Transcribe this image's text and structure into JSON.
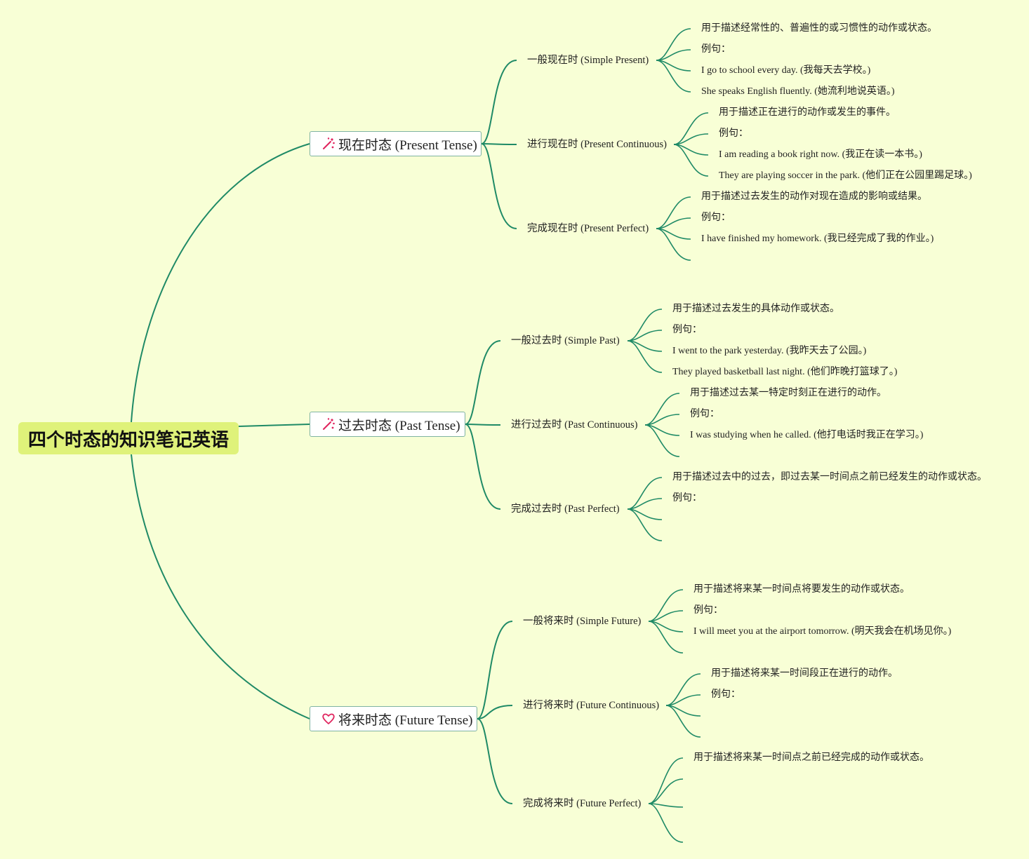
{
  "root": {
    "title": "四个时态的知识笔记英语"
  },
  "branches": [
    {
      "label": "现在时态 (Present Tense)",
      "icon": "sparkle-icon",
      "subs": [
        {
          "label": "一般现在时 (Simple Present)",
          "leaves": [
            "用于描述经常性的、普遍性的或习惯性的动作或状态。",
            "例句：",
            "I go to school every day. (我每天去学校。)",
            "She speaks English fluently. (她流利地说英语。)"
          ]
        },
        {
          "label": "进行现在时 (Present Continuous)",
          "leaves": [
            "用于描述正在进行的动作或发生的事件。",
            "例句：",
            "I am reading a book right now. (我正在读一本书。)",
            "They are playing soccer in the park. (他们正在公园里踢足球。)"
          ]
        },
        {
          "label": "完成现在时 (Present Perfect)",
          "leaves": [
            "用于描述过去发生的动作对现在造成的影响或结果。",
            "例句：",
            "I have finished my homework. (我已经完成了我的作业。)",
            ""
          ]
        }
      ]
    },
    {
      "label": "过去时态 (Past Tense)",
      "icon": "sparkle-icon",
      "subs": [
        {
          "label": "一般过去时 (Simple Past)",
          "leaves": [
            "用于描述过去发生的具体动作或状态。",
            "例句：",
            "I went to the park yesterday. (我昨天去了公园。)",
            "They played basketball last night. (他们昨晚打篮球了。)"
          ]
        },
        {
          "label": "进行过去时 (Past Continuous)",
          "leaves": [
            "用于描述过去某一特定时刻正在进行的动作。",
            "例句：",
            "I was studying when he called. (他打电话时我正在学习。)",
            ""
          ]
        },
        {
          "label": "完成过去时 (Past Perfect)",
          "leaves": [
            "用于描述过去中的过去，即过去某一时间点之前已经发生的动作或状态。",
            "例句：",
            "",
            ""
          ]
        }
      ]
    },
    {
      "label": "将来时态 (Future Tense)",
      "icon": "heart-icon",
      "subs": [
        {
          "label": "一般将来时 (Simple Future)",
          "leaves": [
            "用于描述将来某一时间点将要发生的动作或状态。",
            "例句：",
            "I will meet you at the airport tomorrow. (明天我会在机场见你。)",
            ""
          ]
        },
        {
          "label": "进行将来时 (Future Continuous)",
          "leaves": [
            "用于描述将来某一时间段正在进行的动作。",
            "例句：",
            "",
            ""
          ]
        },
        {
          "label": "完成将来时 (Future Perfect)",
          "leaves": [
            "用于描述将来某一时间点之前已经完成的动作或状态。",
            "",
            "",
            ""
          ]
        }
      ]
    }
  ],
  "colors": {
    "background": "#f8ffd6",
    "root_fill": "#dff27a",
    "line": "#1f8a66",
    "icon_pink": "#e0245e"
  }
}
